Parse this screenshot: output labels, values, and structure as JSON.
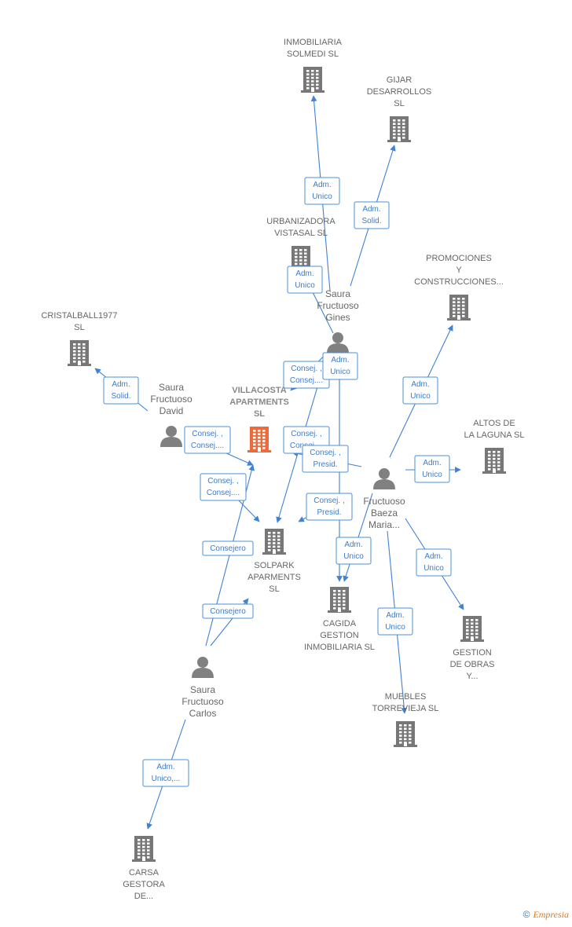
{
  "colors": {
    "edge": "#3f82d6",
    "company": "#777777",
    "focus_company": "#ee6a3a",
    "person": "#808080"
  },
  "nodes": [
    {
      "id": "inmobiliaria_solmedi",
      "type": "company",
      "lines": [
        "INMOBILIARIA",
        "SOLMEDI  SL"
      ]
    },
    {
      "id": "gijar",
      "type": "company",
      "lines": [
        "GIJAR",
        "DESARROLLOS",
        "SL"
      ]
    },
    {
      "id": "urbanizadora",
      "type": "company",
      "lines": [
        "URBANIZADORA",
        "VISTASAL SL"
      ]
    },
    {
      "id": "promociones",
      "type": "company",
      "lines": [
        "PROMOCIONES",
        "Y",
        "CONSTRUCCIONES..."
      ]
    },
    {
      "id": "cristalball",
      "type": "company",
      "lines": [
        "CRISTALBALL1977",
        "SL"
      ]
    },
    {
      "id": "villacosta",
      "type": "focus",
      "lines": [
        "VILLACOSTA",
        "APARTMENTS",
        "SL"
      ]
    },
    {
      "id": "altos",
      "type": "company",
      "lines": [
        "ALTOS DE",
        "LA LAGUNA  SL"
      ]
    },
    {
      "id": "solpark",
      "type": "company",
      "lines": [
        "SOLPARK",
        "APARMENTS",
        "SL"
      ]
    },
    {
      "id": "cagida",
      "type": "company",
      "lines": [
        "CAGIDA",
        "GESTION",
        "INMOBILIARIA SL"
      ]
    },
    {
      "id": "gestion_obras",
      "type": "company",
      "lines": [
        "GESTION",
        "DE OBRAS",
        "Y..."
      ]
    },
    {
      "id": "muebles",
      "type": "company",
      "lines": [
        "MUEBLES",
        "TORREVIEJA SL"
      ]
    },
    {
      "id": "carsa",
      "type": "company",
      "lines": [
        "CARSA",
        "GESTORA",
        "DE..."
      ]
    },
    {
      "id": "gines",
      "type": "person",
      "lines": [
        "Saura",
        "Fructuoso",
        "Gines"
      ]
    },
    {
      "id": "david",
      "type": "person",
      "lines": [
        "Saura",
        "Fructuoso",
        "David"
      ]
    },
    {
      "id": "fructuoso_baeza",
      "type": "person",
      "lines": [
        "Fructuoso",
        "Baeza",
        "Maria..."
      ]
    },
    {
      "id": "carlos",
      "type": "person",
      "lines": [
        "Saura",
        "Fructuoso",
        "Carlos"
      ]
    }
  ],
  "edges": [
    {
      "from": "gines",
      "to": "inmobiliaria_solmedi",
      "lines": [
        "Adm.",
        "Unico"
      ]
    },
    {
      "from": "gines",
      "to": "gijar",
      "lines": [
        "Adm.",
        "Solid."
      ]
    },
    {
      "from": "gines",
      "to": "urbanizadora",
      "lines": [
        "Adm.",
        "Unico"
      ]
    },
    {
      "from": "gines",
      "to": "villacosta",
      "lines": [
        "Consej. ,",
        "Consej...."
      ]
    },
    {
      "from": "gines",
      "to": "solpark",
      "lines": [
        "Consej. ,",
        "Consej...."
      ]
    },
    {
      "from": "gines",
      "to": "cagida",
      "lines": [
        "Adm.",
        "Unico"
      ]
    },
    {
      "from": "david",
      "to": "cristalball",
      "lines": [
        "Adm.",
        "Solid."
      ]
    },
    {
      "from": "david",
      "to": "villacosta",
      "lines": [
        "Consej. ,",
        "Consej...."
      ]
    },
    {
      "from": "david",
      "to": "solpark",
      "lines": [
        "Consej. ,",
        "Consej...."
      ]
    },
    {
      "from": "fructuoso_baeza",
      "to": "promociones",
      "lines": [
        "Adm.",
        "Unico"
      ]
    },
    {
      "from": "fructuoso_baeza",
      "to": "altos",
      "lines": [
        "Adm.",
        "Unico"
      ]
    },
    {
      "from": "fructuoso_baeza",
      "to": "villacosta",
      "lines": [
        "Consej. ,",
        "Presid."
      ]
    },
    {
      "from": "fructuoso_baeza",
      "to": "solpark",
      "lines": [
        "Consej. ,",
        "Presid."
      ]
    },
    {
      "from": "fructuoso_baeza",
      "to": "cagida",
      "lines": [
        "Adm.",
        "Unico"
      ]
    },
    {
      "from": "fructuoso_baeza",
      "to": "gestion_obras",
      "lines": [
        "Adm.",
        "Unico"
      ]
    },
    {
      "from": "fructuoso_baeza",
      "to": "muebles",
      "lines": [
        "Adm.",
        "Unico"
      ]
    },
    {
      "from": "carlos",
      "to": "villacosta",
      "lines": [
        "Consejero"
      ]
    },
    {
      "from": "carlos",
      "to": "solpark",
      "lines": [
        "Consejero"
      ]
    },
    {
      "from": "carlos",
      "to": "carsa",
      "lines": [
        "Adm.",
        "Unico,..."
      ]
    }
  ],
  "footer": {
    "copyright": "©",
    "brand": "Empresia"
  }
}
